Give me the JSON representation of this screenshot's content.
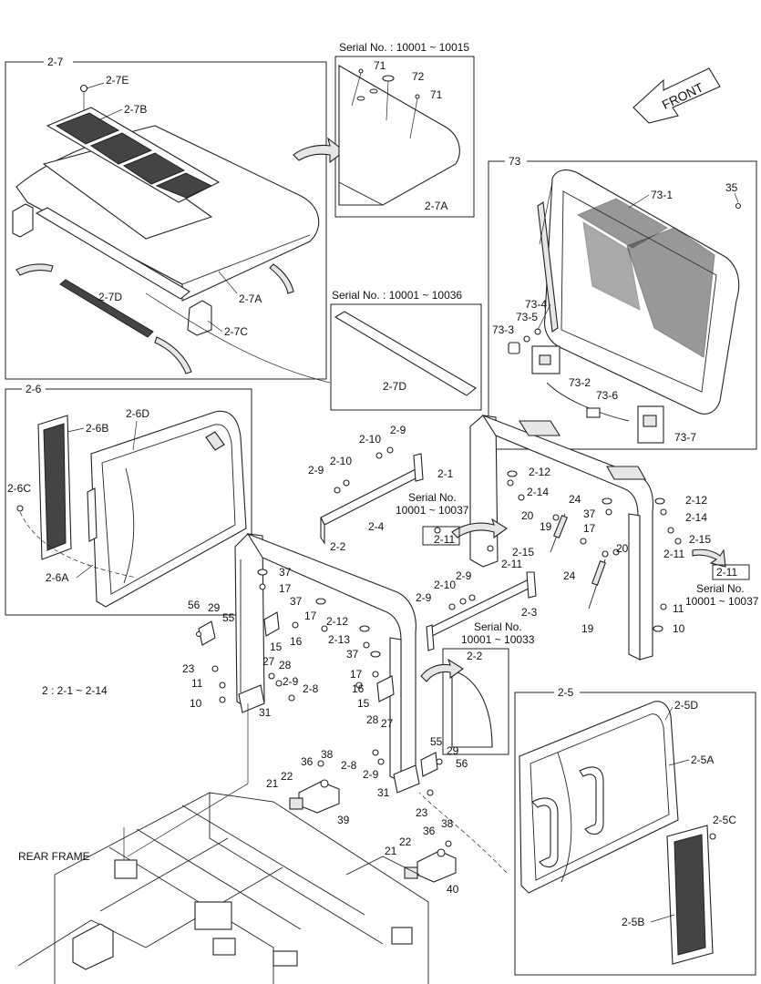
{
  "callouts": {
    "group_2_7": "2-7",
    "group_2_6": "2-6",
    "group_2_5": "2-5",
    "group_73": "73",
    "detail_2_2": "2-2",
    "range_note": "2 : 2-1 ~ 2-14",
    "rear_frame": "REAR FRAME",
    "front": "FRONT"
  },
  "serial_notes": {
    "top": "Serial No. : 10001 ~ 10015",
    "mid": "Serial No. : 10001 ~ 10036",
    "left_l1": "Serial No.",
    "left_l2": "10001 ~ 10037",
    "right_l1": "Serial No.",
    "right_l2": "10001 ~ 10037",
    "center_l1": "Serial No.",
    "center_l2": "10001 ~ 10033"
  },
  "labels": [
    {
      "id": "l27e",
      "text": "2-7E"
    },
    {
      "id": "l27b",
      "text": "2-7B"
    },
    {
      "id": "l27d",
      "text": "2-7D"
    },
    {
      "id": "l27a",
      "text": "2-7A"
    },
    {
      "id": "l27c",
      "text": "2-7C"
    },
    {
      "id": "l71a",
      "text": "71"
    },
    {
      "id": "l72",
      "text": "72"
    },
    {
      "id": "l71b",
      "text": "71"
    },
    {
      "id": "l27a2",
      "text": "2-7A"
    },
    {
      "id": "l27d2",
      "text": "2-7D"
    },
    {
      "id": "l731",
      "text": "73-1"
    },
    {
      "id": "l35",
      "text": "35"
    },
    {
      "id": "l734",
      "text": "73-4"
    },
    {
      "id": "l735",
      "text": "73-5"
    },
    {
      "id": "l733",
      "text": "73-3"
    },
    {
      "id": "l732",
      "text": "73-2"
    },
    {
      "id": "l736",
      "text": "73-6"
    },
    {
      "id": "l737",
      "text": "73-7"
    },
    {
      "id": "l26b",
      "text": "2-6B"
    },
    {
      "id": "l26d",
      "text": "2-6D"
    },
    {
      "id": "l26c",
      "text": "2-6C"
    },
    {
      "id": "l26a",
      "text": "2-6A"
    },
    {
      "id": "l29a",
      "text": "2-9"
    },
    {
      "id": "l210a",
      "text": "2-10"
    },
    {
      "id": "l29b",
      "text": "2-9"
    },
    {
      "id": "l210b",
      "text": "2-10"
    },
    {
      "id": "l24",
      "text": "2-4"
    },
    {
      "id": "l21",
      "text": "2-1"
    },
    {
      "id": "l212a",
      "text": "2-12"
    },
    {
      "id": "l214a",
      "text": "2-14"
    },
    {
      "id": "n24a",
      "text": "24"
    },
    {
      "id": "n20a",
      "text": "20"
    },
    {
      "id": "n19a",
      "text": "19"
    },
    {
      "id": "n37a",
      "text": "37"
    },
    {
      "id": "n17a",
      "text": "17"
    },
    {
      "id": "l212b",
      "text": "2-12"
    },
    {
      "id": "l214b",
      "text": "2-14"
    },
    {
      "id": "l215a",
      "text": "2-15"
    },
    {
      "id": "l211a",
      "text": "2-11"
    },
    {
      "id": "l211b",
      "text": "2-11"
    },
    {
      "id": "l215b",
      "text": "2-15"
    },
    {
      "id": "l211c",
      "text": "2-11"
    },
    {
      "id": "l211d",
      "text": "2-11"
    },
    {
      "id": "l22",
      "text": "2-2"
    },
    {
      "id": "n37b",
      "text": "37"
    },
    {
      "id": "n17b",
      "text": "17"
    },
    {
      "id": "n37c",
      "text": "37"
    },
    {
      "id": "n17c",
      "text": "17"
    },
    {
      "id": "n16a",
      "text": "16"
    },
    {
      "id": "n15a",
      "text": "15"
    },
    {
      "id": "l29c",
      "text": "2-9"
    },
    {
      "id": "l210c",
      "text": "2-10"
    },
    {
      "id": "l29d",
      "text": "2-9"
    },
    {
      "id": "l23",
      "text": "2-3"
    },
    {
      "id": "n19b",
      "text": "19"
    },
    {
      "id": "n20b",
      "text": "20"
    },
    {
      "id": "n24b",
      "text": "24"
    },
    {
      "id": "n11a",
      "text": "11"
    },
    {
      "id": "n10a",
      "text": "10"
    },
    {
      "id": "l212c",
      "text": "2-12"
    },
    {
      "id": "l213",
      "text": "2-13"
    },
    {
      "id": "n37d",
      "text": "37"
    },
    {
      "id": "n56a",
      "text": "56"
    },
    {
      "id": "n29a",
      "text": "29"
    },
    {
      "id": "n55a",
      "text": "55"
    },
    {
      "id": "n23a",
      "text": "23"
    },
    {
      "id": "n11b",
      "text": "11"
    },
    {
      "id": "n10b",
      "text": "10"
    },
    {
      "id": "n27a",
      "text": "27"
    },
    {
      "id": "n28a",
      "text": "28"
    },
    {
      "id": "l29e",
      "text": "2-9"
    },
    {
      "id": "l28a",
      "text": "2-8"
    },
    {
      "id": "n31a",
      "text": "31"
    },
    {
      "id": "n17d",
      "text": "17"
    },
    {
      "id": "n16b",
      "text": "16"
    },
    {
      "id": "n15b",
      "text": "15"
    },
    {
      "id": "n28b",
      "text": "28"
    },
    {
      "id": "n27b",
      "text": "27"
    },
    {
      "id": "l28b",
      "text": "2-8"
    },
    {
      "id": "l29f",
      "text": "2-9"
    },
    {
      "id": "n31b",
      "text": "31"
    },
    {
      "id": "n55b",
      "text": "55"
    },
    {
      "id": "n29b",
      "text": "29"
    },
    {
      "id": "n56b",
      "text": "56"
    },
    {
      "id": "n23b",
      "text": "23"
    },
    {
      "id": "n36a",
      "text": "36"
    },
    {
      "id": "n38a",
      "text": "38"
    },
    {
      "id": "n21a",
      "text": "21"
    },
    {
      "id": "n22a",
      "text": "22"
    },
    {
      "id": "n39",
      "text": "39"
    },
    {
      "id": "n22b",
      "text": "22"
    },
    {
      "id": "n21b",
      "text": "21"
    },
    {
      "id": "n36b",
      "text": "36"
    },
    {
      "id": "n38b",
      "text": "38"
    },
    {
      "id": "n40",
      "text": "40"
    },
    {
      "id": "l25d",
      "text": "2-5D"
    },
    {
      "id": "l25a",
      "text": "2-5A"
    },
    {
      "id": "l25c",
      "text": "2-5C"
    },
    {
      "id": "l25b",
      "text": "2-5B"
    }
  ]
}
